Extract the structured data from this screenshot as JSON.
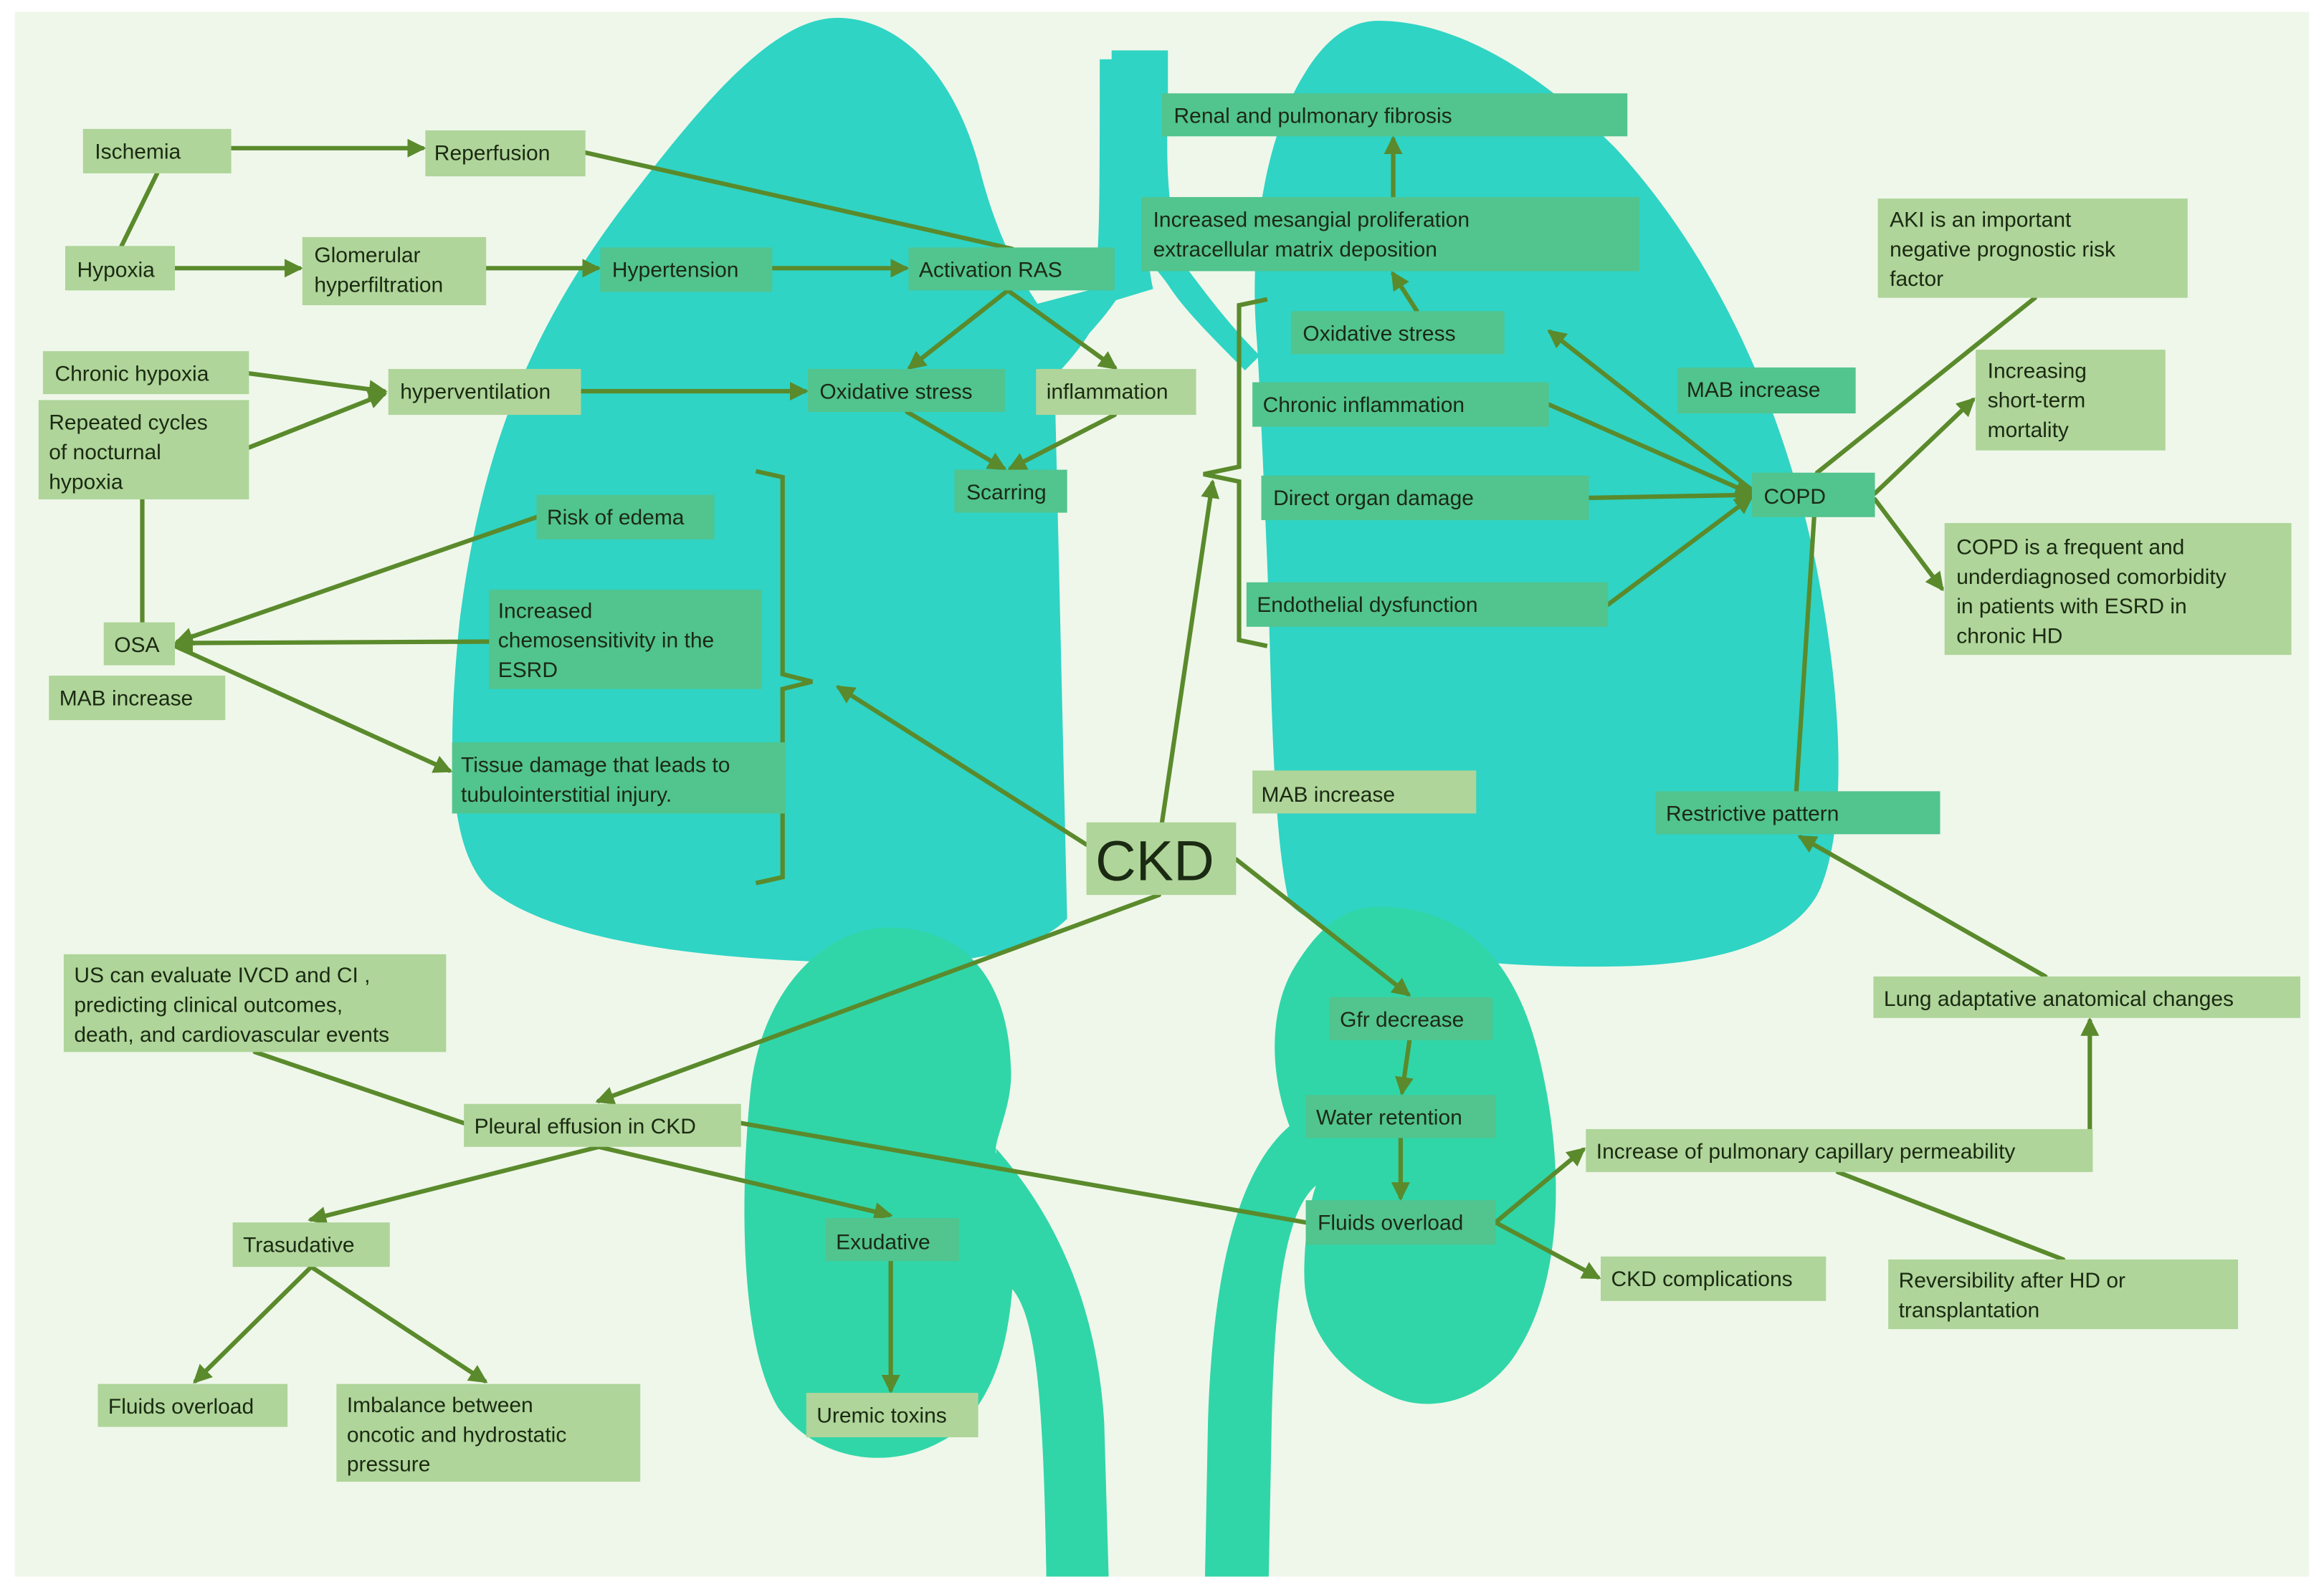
{
  "diagram": {
    "title": "CKD and lung-kidney crosstalk pathophysiology",
    "colors": {
      "background": "#eff7ea",
      "lung": "#2fd4c4",
      "kidney": "#30d6a8",
      "box_light": "#afd59a",
      "box_on_organ": "#52c48e",
      "arrow": "#5a8a2c",
      "text": "#1b2a12"
    },
    "nodes": [
      {
        "id": "ischemia",
        "lines": [
          "Ischemia"
        ]
      },
      {
        "id": "reperfusion",
        "lines": [
          "Reperfusion"
        ]
      },
      {
        "id": "hypoxia",
        "lines": [
          "Hypoxia"
        ]
      },
      {
        "id": "glomerular",
        "lines": [
          "Glomerular",
          "hyperfiltration"
        ]
      },
      {
        "id": "hypertension",
        "lines": [
          "Hypertension"
        ]
      },
      {
        "id": "activation_ras",
        "lines": [
          "Activation RAS"
        ]
      },
      {
        "id": "chronic_hypoxia",
        "lines": [
          "Chronic hypoxia"
        ]
      },
      {
        "id": "repeated_cycles",
        "lines": [
          "Repeated cycles",
          "of nocturnal",
          "hypoxia"
        ]
      },
      {
        "id": "hyperventilation",
        "lines": [
          "hyperventilation"
        ]
      },
      {
        "id": "oxidative_stress_left",
        "lines": [
          "Oxidative stress"
        ]
      },
      {
        "id": "inflammation",
        "lines": [
          "inflammation"
        ]
      },
      {
        "id": "scarring",
        "lines": [
          "Scarring"
        ]
      },
      {
        "id": "risk_edema",
        "lines": [
          "Risk of edema"
        ]
      },
      {
        "id": "osa",
        "lines": [
          "OSA"
        ]
      },
      {
        "id": "mab_left",
        "lines": [
          "MAB increase"
        ]
      },
      {
        "id": "chemosensitivity",
        "lines": [
          "Increased",
          "chemosensitivity in the",
          "ESRD"
        ]
      },
      {
        "id": "tissue_damage",
        "lines": [
          "Tissue damage that leads to",
          "tubulointerstitial injury."
        ]
      },
      {
        "id": "renal_pulm_fibrosis",
        "lines": [
          "Renal and pulmonary fibrosis"
        ]
      },
      {
        "id": "mesangial",
        "lines": [
          "Increased mesangial proliferation",
          "extracellular matrix deposition"
        ]
      },
      {
        "id": "oxidative_stress_right",
        "lines": [
          "Oxidative stress"
        ]
      },
      {
        "id": "chronic_inflammation",
        "lines": [
          "Chronic inflammation"
        ]
      },
      {
        "id": "direct_organ_damage",
        "lines": [
          "Direct organ damage"
        ]
      },
      {
        "id": "endothelial_dysfunction",
        "lines": [
          "Endothelial dysfunction"
        ]
      },
      {
        "id": "mab_right",
        "lines": [
          "MAB increase"
        ]
      },
      {
        "id": "copd",
        "lines": [
          "COPD"
        ]
      },
      {
        "id": "aki",
        "lines": [
          "AKI is an important",
          "negative prognostic risk",
          "factor"
        ]
      },
      {
        "id": "short_term_mortality",
        "lines": [
          "Increasing",
          "short-term",
          "mortality"
        ]
      },
      {
        "id": "copd_comorbidity",
        "lines": [
          "COPD is a frequent and",
          "underdiagnosed comorbidity",
          "in patients with ESRD in",
          "chronic HD"
        ]
      },
      {
        "id": "mab_center",
        "lines": [
          "MAB increase"
        ]
      },
      {
        "id": "restrictive_pattern",
        "lines": [
          "Restrictive pattern"
        ]
      },
      {
        "id": "ckd",
        "lines": [
          "CKD"
        ]
      },
      {
        "id": "us_evaluate",
        "lines": [
          "US can evaluate IVCD and CI ,",
          "predicting clinical outcomes,",
          "death, and cardiovascular events"
        ]
      },
      {
        "id": "pleural_effusion",
        "lines": [
          "Pleural effusion in CKD"
        ]
      },
      {
        "id": "trasudative",
        "lines": [
          "Trasudative"
        ]
      },
      {
        "id": "exudative",
        "lines": [
          "Exudative"
        ]
      },
      {
        "id": "fluids_overload_left",
        "lines": [
          "Fluids overload"
        ]
      },
      {
        "id": "imbalance",
        "lines": [
          "Imbalance between",
          "oncotic and hydrostatic",
          "pressure"
        ]
      },
      {
        "id": "uremic_toxins",
        "lines": [
          "Uremic toxins"
        ]
      },
      {
        "id": "gfr_decrease",
        "lines": [
          "Gfr decrease"
        ]
      },
      {
        "id": "water_retention",
        "lines": [
          "Water retention"
        ]
      },
      {
        "id": "fluids_overload_right",
        "lines": [
          "Fluids overload"
        ]
      },
      {
        "id": "pulm_capillary",
        "lines": [
          "Increase of pulmonary capillary permeability"
        ]
      },
      {
        "id": "ckd_complications",
        "lines": [
          "CKD complications"
        ]
      },
      {
        "id": "reversibility",
        "lines": [
          "Reversibility after HD or",
          "transplantation"
        ]
      },
      {
        "id": "lung_adaptative",
        "lines": [
          "Lung adaptative anatomical changes"
        ]
      }
    ],
    "edges": [
      {
        "from": "ischemia",
        "to": "reperfusion",
        "arrow": true
      },
      {
        "from": "ischemia",
        "to": "hypoxia",
        "arrow": false
      },
      {
        "from": "reperfusion",
        "to": "activation_ras",
        "arrow": false
      },
      {
        "from": "hypoxia",
        "to": "glomerular",
        "arrow": true
      },
      {
        "from": "glomerular",
        "to": "hypertension",
        "arrow": true
      },
      {
        "from": "hypertension",
        "to": "activation_ras",
        "arrow": true
      },
      {
        "from": "activation_ras",
        "to": "oxidative_stress_left",
        "arrow": true
      },
      {
        "from": "activation_ras",
        "to": "inflammation",
        "arrow": true
      },
      {
        "from": "chronic_hypoxia",
        "to": "hyperventilation",
        "arrow": true
      },
      {
        "from": "repeated_cycles",
        "to": "hyperventilation",
        "arrow": true
      },
      {
        "from": "hyperventilation",
        "to": "oxidative_stress_left",
        "arrow": true
      },
      {
        "from": "oxidative_stress_left",
        "to": "scarring",
        "arrow": true
      },
      {
        "from": "inflammation",
        "to": "scarring",
        "arrow": true
      },
      {
        "from": "repeated_cycles",
        "to": "osa",
        "arrow": false
      },
      {
        "from": "risk_edema",
        "to": "osa",
        "arrow": true
      },
      {
        "from": "chemosensitivity",
        "to": "osa",
        "arrow": true
      },
      {
        "from": "osa",
        "to": "tissue_damage",
        "arrow": true
      },
      {
        "from": "ckd",
        "to": "left_bracket",
        "arrow": true
      },
      {
        "from": "ckd",
        "to": "right_bracket",
        "arrow": true
      },
      {
        "from": "oxidative_stress_right",
        "to": "mesangial",
        "arrow": true
      },
      {
        "from": "mesangial",
        "to": "renal_pulm_fibrosis",
        "arrow": true
      },
      {
        "from": "copd",
        "to": "oxidative_stress_right",
        "arrow": true
      },
      {
        "from": "chronic_inflammation",
        "to": "copd",
        "arrow": true
      },
      {
        "from": "direct_organ_damage",
        "to": "copd",
        "arrow": true
      },
      {
        "from": "endothelial_dysfunction",
        "to": "copd",
        "arrow": true
      },
      {
        "from": "copd",
        "to": "aki",
        "arrow": false
      },
      {
        "from": "copd",
        "to": "short_term_mortality",
        "arrow": true
      },
      {
        "from": "copd",
        "to": "copd_comorbidity",
        "arrow": true
      },
      {
        "from": "restrictive_pattern",
        "to": "copd",
        "arrow": false
      },
      {
        "from": "lung_adaptative",
        "to": "restrictive_pattern",
        "arrow": true
      },
      {
        "from": "pulm_capillary",
        "to": "lung_adaptative",
        "arrow": true
      },
      {
        "from": "ckd",
        "to": "pleural_effusion",
        "arrow": true
      },
      {
        "from": "ckd",
        "to": "gfr_decrease",
        "arrow": true
      },
      {
        "from": "us_evaluate",
        "to": "pleural_effusion",
        "arrow": false
      },
      {
        "from": "pleural_effusion",
        "to": "trasudative",
        "arrow": true
      },
      {
        "from": "pleural_effusion",
        "to": "exudative",
        "arrow": true
      },
      {
        "from": "pleural_effusion",
        "to": "fluids_overload_right",
        "arrow": false
      },
      {
        "from": "trasudative",
        "to": "fluids_overload_left",
        "arrow": true
      },
      {
        "from": "trasudative",
        "to": "imbalance",
        "arrow": true
      },
      {
        "from": "exudative",
        "to": "uremic_toxins",
        "arrow": true
      },
      {
        "from": "gfr_decrease",
        "to": "water_retention",
        "arrow": true
      },
      {
        "from": "water_retention",
        "to": "fluids_overload_right",
        "arrow": true
      },
      {
        "from": "fluids_overload_right",
        "to": "pulm_capillary",
        "arrow": true
      },
      {
        "from": "fluids_overload_right",
        "to": "ckd_complications",
        "arrow": true
      },
      {
        "from": "pulm_capillary",
        "to": "reversibility",
        "arrow": false
      }
    ]
  }
}
